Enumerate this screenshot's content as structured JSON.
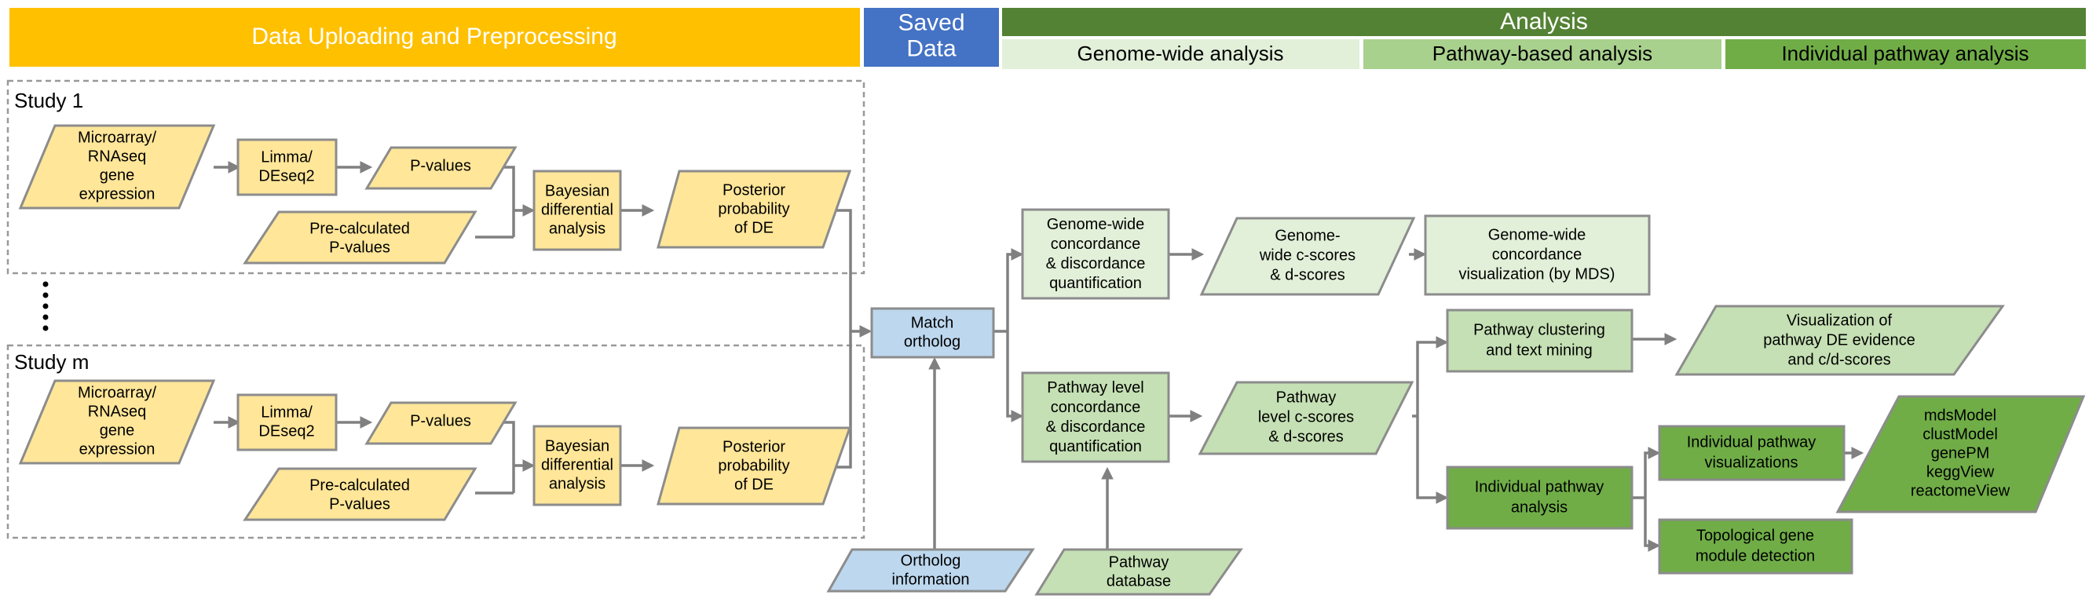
{
  "header": {
    "upload_label": "Data Uploading and Preprocessing",
    "saved_label": [
      "Saved",
      "Data"
    ],
    "analysis_label": "Analysis",
    "genome_label": "Genome-wide analysis",
    "pathway_label": "Pathway-based analysis",
    "individual_label": "Individual pathway analysis"
  },
  "studies": {
    "study1_label": "Study 1",
    "studym_label": "Study m"
  },
  "nodes": {
    "expr_1": [
      "Microarray/",
      "RNAseq",
      "gene",
      "expression"
    ],
    "limma_1": [
      "Limma/",
      "DEseq2"
    ],
    "pval_1": [
      "P-values"
    ],
    "precalc_1": [
      "Pre-calculated",
      "P-values"
    ],
    "bayes_1": [
      "Bayesian",
      "differential",
      "analysis"
    ],
    "post_1": [
      "Posterior",
      "probability",
      "of DE"
    ],
    "expr_m": [
      "Microarray/",
      "RNAseq",
      "gene",
      "expression"
    ],
    "limma_m": [
      "Limma/",
      "DEseq2"
    ],
    "pval_m": [
      "P-values"
    ],
    "precalc_m": [
      "Pre-calculated",
      "P-values"
    ],
    "bayes_m": [
      "Bayesian",
      "differential",
      "analysis"
    ],
    "post_m": [
      "Posterior",
      "probability",
      "of DE"
    ],
    "match": [
      "Match",
      "ortholog"
    ],
    "ortho_info": [
      "Ortholog",
      "information"
    ],
    "gw_quant": [
      "Genome-wide",
      "concordance",
      "& discordance",
      "quantification"
    ],
    "gw_scores": [
      "Genome-",
      "wide c-scores",
      "& d-scores"
    ],
    "gw_vis": [
      "Genome-wide",
      "concordance",
      "visualization (by MDS)"
    ],
    "pw_quant": [
      "Pathway level",
      "concordance",
      "& discordance",
      "quantification"
    ],
    "pw_db": [
      "Pathway",
      "database"
    ],
    "pw_scores": [
      "Pathway",
      "level c-scores",
      "& d-scores"
    ],
    "pw_cluster": [
      "Pathway clustering",
      "and text mining"
    ],
    "pw_vis": [
      "Visualization of",
      "pathway DE evidence",
      "and c/d-scores"
    ],
    "ind_analysis": [
      "Individual pathway",
      "analysis"
    ],
    "ind_vis": [
      "Individual pathway",
      "visualizations"
    ],
    "topo": [
      "Topological gene",
      "module detection"
    ],
    "functions": [
      "mdsModel",
      "clustModel",
      "genePM",
      "keggView",
      "reactomeView"
    ]
  },
  "colors": {
    "upload_banner": "#ffc000",
    "saved_banner": "#4472c4",
    "analysis_banner": "#548235",
    "genome_bar": "#e2efd9",
    "pathway_bar": "#a9d18e",
    "individual_bar": "#70ad47",
    "yellow_node": "#ffe699",
    "blue_node": "#bdd7ee",
    "light_green_node": "#e2efd9",
    "mid_green_node": "#c5e0b4",
    "dark_green_node": "#70ad47",
    "border": "#8c8c8c"
  }
}
